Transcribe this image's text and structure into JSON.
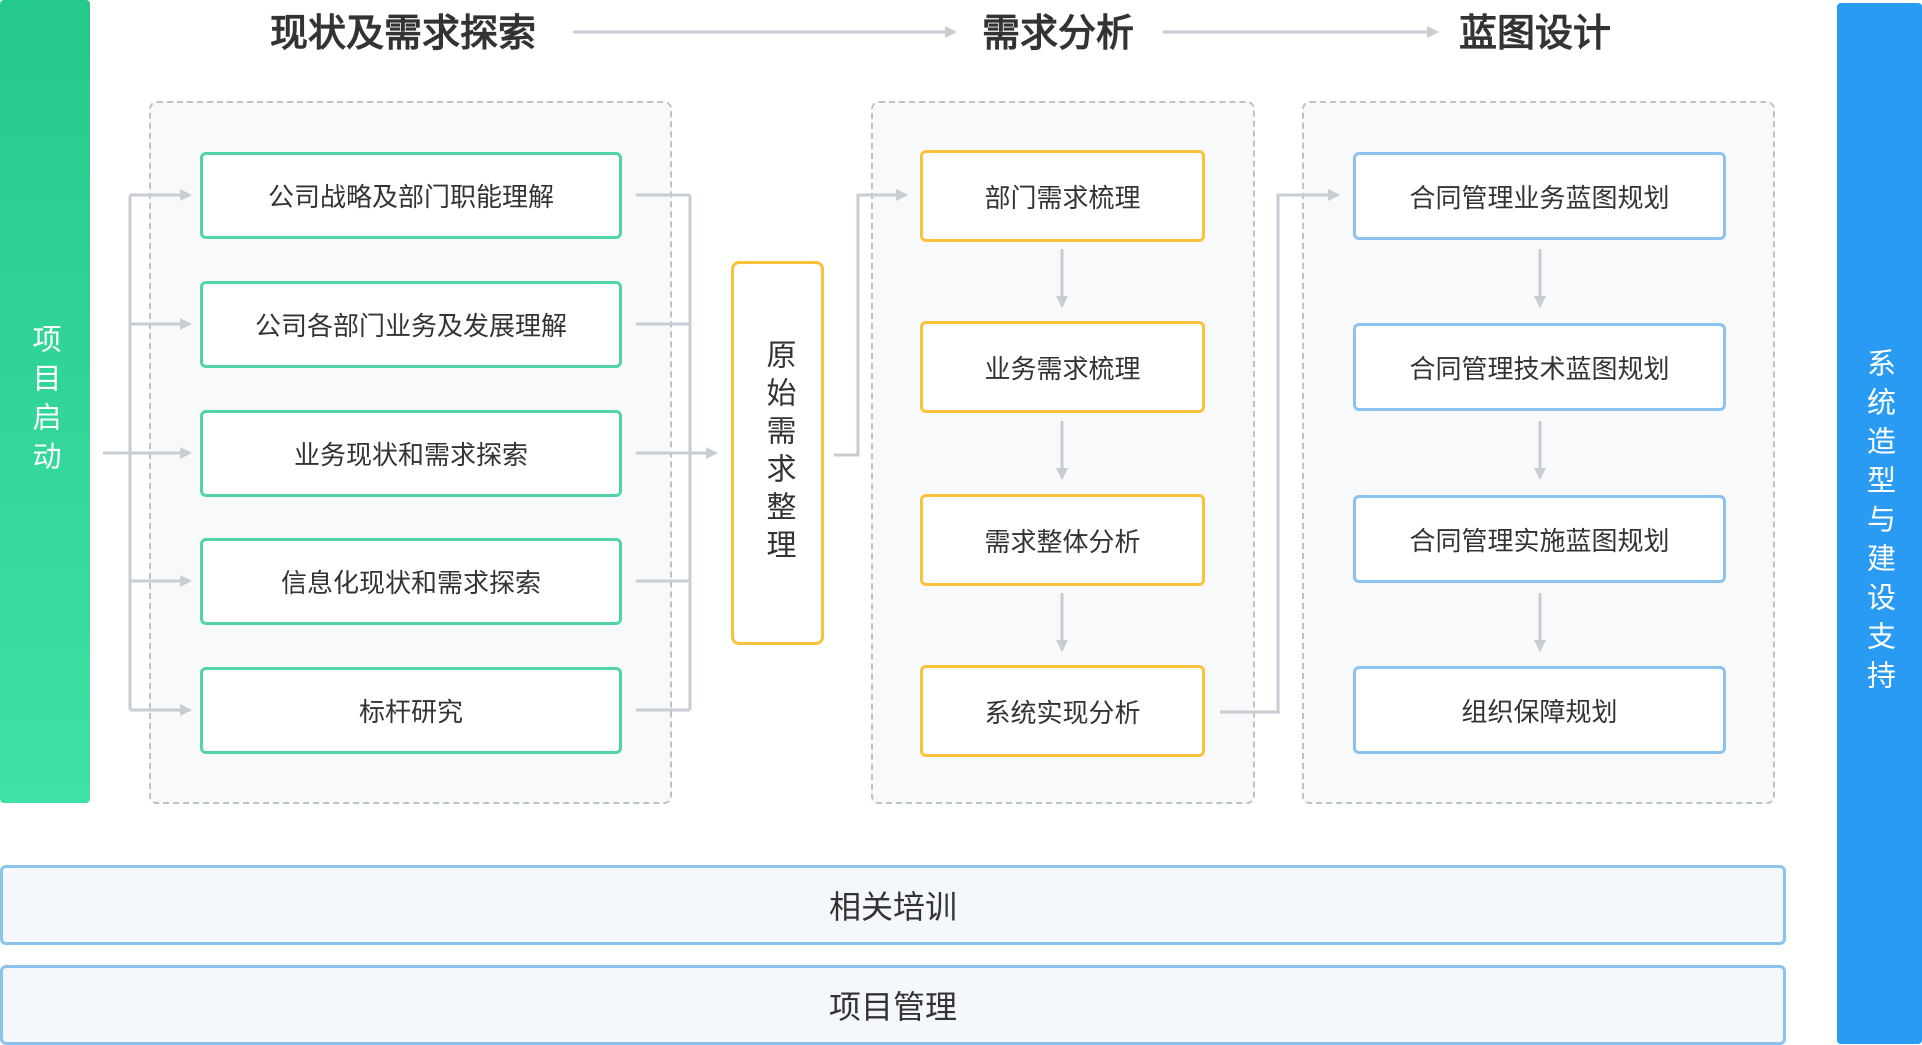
{
  "left_sidebar": {
    "label": "项目启动"
  },
  "right_sidebar": {
    "label": "系统造型与建设支持"
  },
  "phases": {
    "phase1": "现状及需求探索",
    "phase2": "需求分析",
    "phase3": "蓝图设计"
  },
  "explore_items": [
    "公司战略及部门职能理解",
    "公司各部门业务及发展理解",
    "业务现状和需求探索",
    "信息化现状和需求探索",
    "标杆研究"
  ],
  "raw_requirements": "原始需求整理",
  "analysis_items": [
    "部门需求梳理",
    "业务需求梳理",
    "需求整体分析",
    "系统实现分析"
  ],
  "blueprint_items": [
    "合同管理业务蓝图规划",
    "合同管理技术蓝图规划",
    "合同管理实施蓝图规划",
    "组织保障规划"
  ],
  "bottom_bars": {
    "training": "相关培训",
    "management": "项目管理"
  },
  "colors": {
    "green": "#52d4a4",
    "yellow": "#f9c23c",
    "blue": "#8cc3ee",
    "sidebar_green": "#2fd596",
    "sidebar_blue": "#2a9bf2",
    "connector": "#c7cdd3"
  }
}
